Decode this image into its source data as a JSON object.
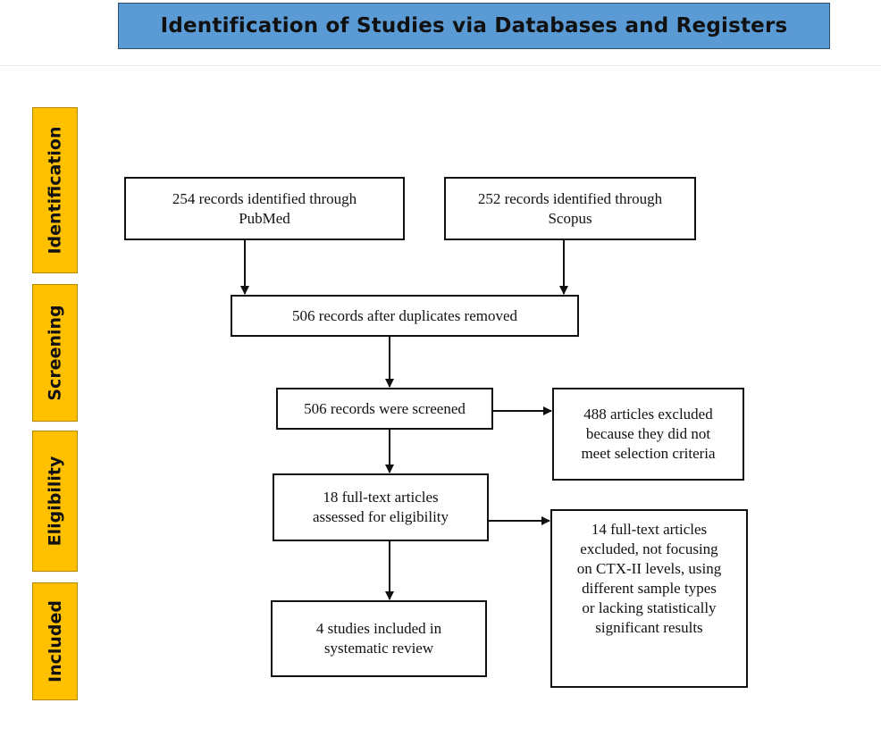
{
  "title": "Identification of Studies via Databases and Registers",
  "stages": {
    "identification": "Identification",
    "screening": "Screening",
    "eligibility": "Eligibility",
    "included": "Included"
  },
  "boxes": {
    "pubmed": "254 records identified through\nPubMed",
    "scopus": "252 records identified through\nScopus",
    "duplicates_removed": "506 records after duplicates removed",
    "screened": "506 records were screened",
    "excluded_screening": "488 articles excluded\nbecause they did not\nmeet selection criteria",
    "full_text_assessed": "18 full-text articles\nassessed for eligibility",
    "excluded_full_text": "14 full-text articles\nexcluded, not focusing\non CTX-II levels, using\ndifferent sample types\nor lacking statistically\nsignificant results",
    "included": "4 studies included in\nsystematic review"
  },
  "colors": {
    "header_fill": "#5b9bd5",
    "stage_fill": "#ffc000",
    "box_border": "#111111"
  }
}
